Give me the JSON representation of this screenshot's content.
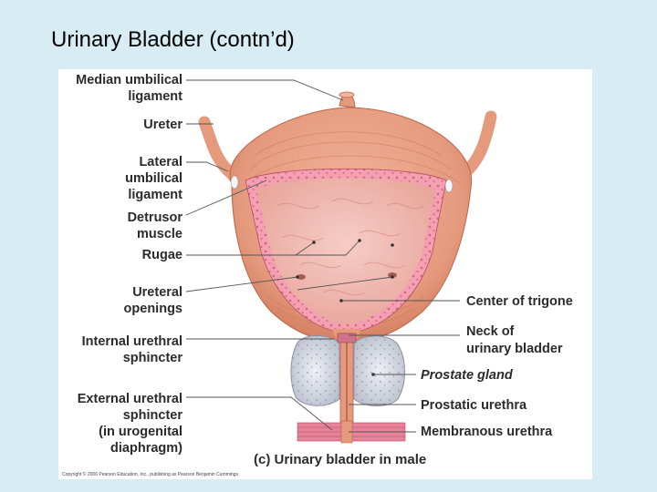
{
  "slide": {
    "title": "Urinary Bladder (contn’d)"
  },
  "figure": {
    "caption": "(c) Urinary bladder in male",
    "copyright": "Copyright © 2006 Pearson Education, Inc., publishing as Pearson Benjamin Cummings.",
    "left_labels": {
      "median_umbilical": [
        "Median umbilical",
        "ligament"
      ],
      "ureter": [
        "Ureter"
      ],
      "lateral_umbilical": [
        "Lateral",
        "umbilical",
        "ligament"
      ],
      "detrusor": [
        "Detrusor",
        "muscle"
      ],
      "rugae": [
        "Rugae"
      ],
      "ureteral_openings": [
        "Ureteral",
        "openings"
      ],
      "internal_sphincter": [
        "Internal urethral",
        "sphincter"
      ],
      "external_sphincter": [
        "External urethral",
        "sphincter",
        "(in urogenital",
        "diaphragm)"
      ]
    },
    "right_labels": {
      "center_trigone": [
        "Center of trigone"
      ],
      "neck": [
        "Neck of",
        "urinary bladder"
      ],
      "prostate": [
        "Prostate gland"
      ],
      "prostatic_urethra": [
        "Prostatic urethra"
      ],
      "membranous_urethra": [
        "Membranous urethra"
      ]
    },
    "colors": {
      "muscle": "#e59a7e",
      "muscle_dark": "#cf7656",
      "mucosa": "#f2b9b1",
      "wall_pink": "#f3a0b2",
      "prostate": "#d9dde6",
      "label_text": "#2b2b2b"
    }
  }
}
